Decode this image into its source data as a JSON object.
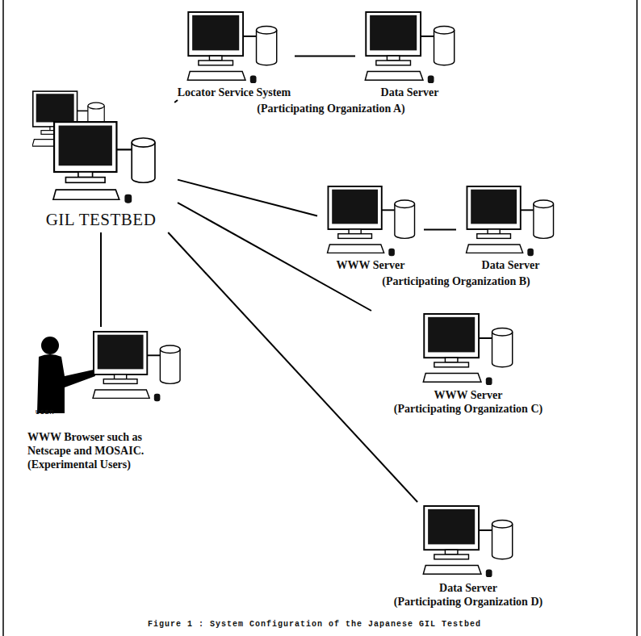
{
  "diagram": {
    "caption": "Figure 1 : System Configuration of the Japanese GIL Testbed",
    "nodes": [
      {
        "text": [
          "GIL TESTBED"
        ]
      },
      {
        "text": [
          "Locator Service System"
        ]
      },
      {
        "text": [
          "Data Server"
        ]
      },
      {
        "text": [
          "WWW Server"
        ]
      },
      {
        "text": [
          "Data Server"
        ]
      },
      {
        "text": [
          "WWW Server",
          "(Participating Organization C)"
        ]
      },
      {
        "text": [
          "Data Server",
          "(Participating Organization D)"
        ]
      },
      {
        "text": [
          "USER",
          "WWW Browser such as Netscape and MOSAIC.",
          "(Experimental Users)"
        ]
      }
    ],
    "edges": [
      {
        "from": 0,
        "to": 1,
        "arrow": "none"
      },
      {
        "from": 1,
        "to": 2,
        "arrow": "none"
      },
      {
        "from": 0,
        "to": 3,
        "arrow": "none"
      },
      {
        "from": 3,
        "to": 4,
        "arrow": "none"
      },
      {
        "from": 0,
        "to": 5,
        "arrow": "none"
      },
      {
        "from": 0,
        "to": 6,
        "arrow": "none"
      },
      {
        "from": 0,
        "to": 7,
        "arrow": "none"
      }
    ],
    "labels": [
      "(Participating Organization A)",
      "(Participating Organization B)"
    ]
  }
}
